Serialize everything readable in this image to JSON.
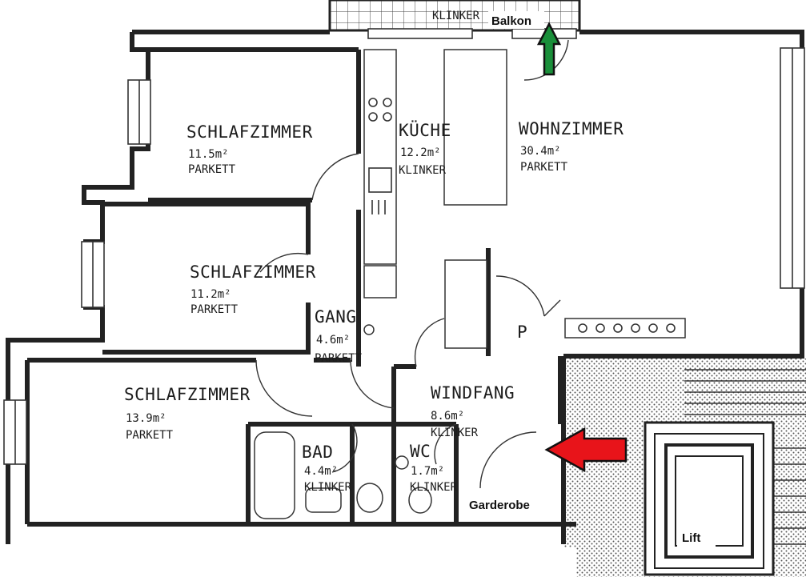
{
  "rooms": {
    "bedroom_1": {
      "name": "SCHLAFZIMMER",
      "area": "11.5m²",
      "floor": "PARKETT"
    },
    "bedroom_2": {
      "name": "SCHLAFZIMMER",
      "area": "11.2m²",
      "floor": "PARKETT"
    },
    "bedroom_3": {
      "name": "SCHLAFZIMMER",
      "area": "13.9m²",
      "floor": "PARKETT"
    },
    "kitchen": {
      "name": "KÜCHE",
      "area": "12.2m²",
      "floor": "KLINKER"
    },
    "living": {
      "name": "WOHNZIMMER",
      "area": "30.4m²",
      "floor": "PARKETT"
    },
    "hall": {
      "name": "GANG",
      "area": "4.6m²",
      "floor": "PARKETT"
    },
    "entry": {
      "name": "WINDFANG",
      "area": "8.6m²",
      "floor": "KLINKER"
    },
    "bath": {
      "name": "BAD",
      "area": "4.4m²",
      "floor": "KLINKER"
    },
    "wc": {
      "name": "WC",
      "area": "1.7m²",
      "floor": "KLINKER"
    },
    "balcony_floor": "KLINKER",
    "parking_mark": "P"
  },
  "annotations": {
    "balcony": "Balkon",
    "wardrobe": "Garderobe",
    "lift": "Lift"
  },
  "colors": {
    "entrance_arrow": "#e8141a",
    "balcony_arrow": "#1a8f3a",
    "walls": "#222222"
  },
  "icons": {
    "entrance_arrow": "arrow-left-icon",
    "balcony_arrow": "arrow-up-icon"
  }
}
